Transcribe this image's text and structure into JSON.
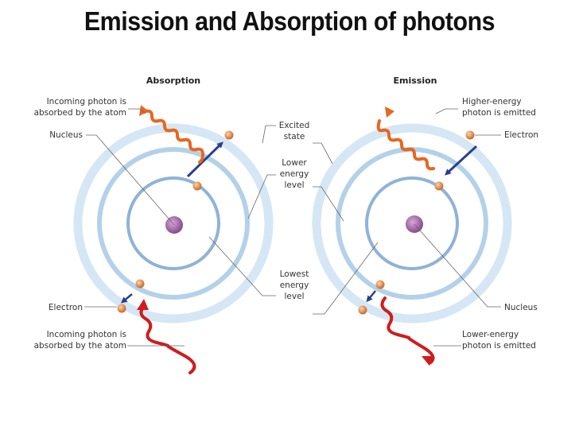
{
  "title": "Emission and Absorption of photons",
  "absorption": {
    "heading": "Absorption",
    "incoming_top": [
      "Incoming photon is",
      "absorbed by the atom"
    ],
    "nucleus": "Nucleus",
    "electron": "Electron",
    "incoming_bottom": [
      "Incoming photon is",
      "absorbed by the atom"
    ]
  },
  "middle": {
    "excited": [
      "Excited",
      "state"
    ],
    "lower": [
      "Lower",
      "energy",
      "level"
    ],
    "lowest": [
      "Lowest",
      "energy",
      "level"
    ]
  },
  "emission": {
    "heading": "Emission",
    "higher": [
      "Higher-energy",
      "photon is emitted"
    ],
    "electron": "Electron",
    "nucleus": "Nucleus",
    "lower": [
      "Lower-energy",
      "photon is emitted"
    ]
  },
  "colors": {
    "outer_ring": "#d5e7f4",
    "middle_ring": "#b4d1ea",
    "inner_ring": "#8fb3d6",
    "nucleus": "#9a5c9c",
    "electron": "#e08a48",
    "arrow_blue": "#2a3f8f",
    "photon_orange": "#e8661e",
    "photon_red": "#d01c1c"
  }
}
